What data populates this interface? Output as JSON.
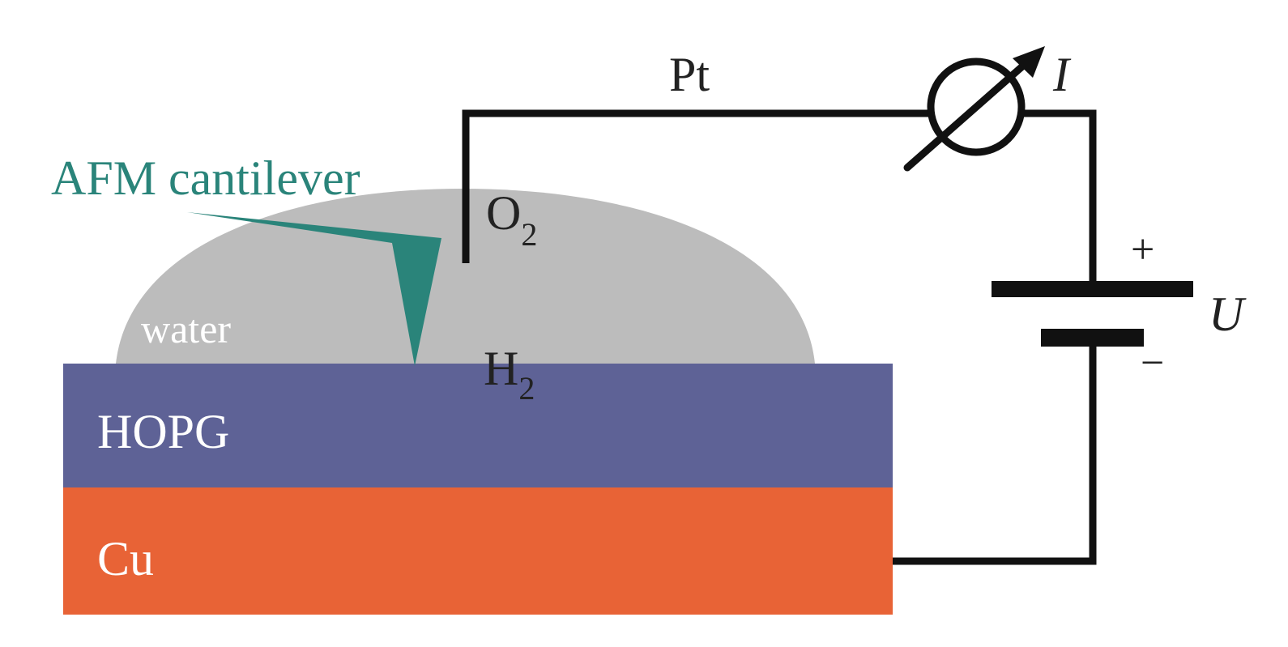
{
  "colors": {
    "copper": "#e86336",
    "hopg": "#5e6296",
    "water": "#bcbcbc",
    "cantilever": "#2a847a",
    "wire": "#111111",
    "label_light": "#ffffff",
    "label_dark": "#222222"
  },
  "labels": {
    "cantilever": "AFM cantilever",
    "water": "water",
    "hopg": "HOPG",
    "cu": "Cu",
    "pt": "Pt",
    "o2_base": "O",
    "o2_sub": "2",
    "h2_base": "H",
    "h2_sub": "2",
    "current": "I",
    "voltage": "U",
    "plus": "+",
    "minus": "−"
  },
  "icons": {
    "ammeter": "ammeter-icon",
    "battery": "battery-icon"
  }
}
